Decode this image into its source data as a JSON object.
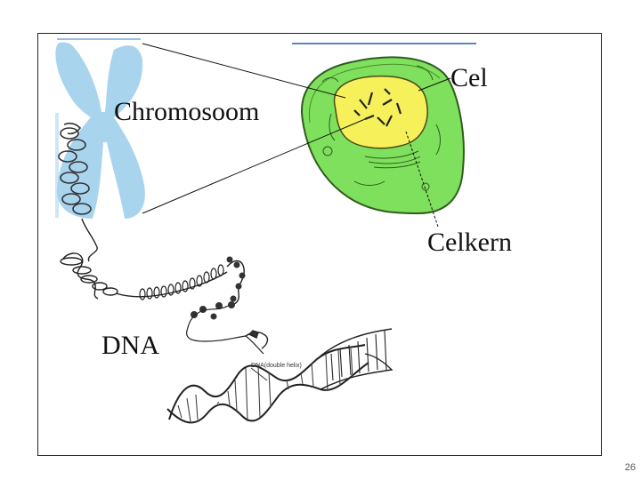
{
  "labels": {
    "chromosome": "Chromosoom",
    "cell": "Cel",
    "nucleus": "Celkern",
    "dna": "DNA",
    "double_helix": "DNA(double helix)"
  },
  "page_number": "26",
  "colors": {
    "chromosome": "#a9d4ee",
    "cytoplasm": "#7ee05c",
    "nucleus": "#f6f05a",
    "line": "#111111"
  }
}
